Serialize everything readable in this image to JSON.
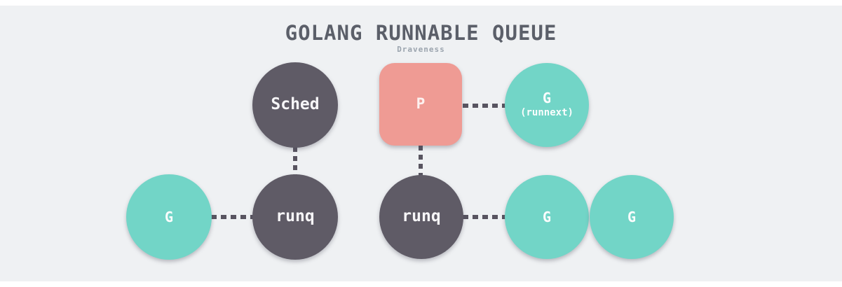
{
  "header": {
    "title": "GOLANG RUNNABLE QUEUE",
    "subtitle": "Draveness"
  },
  "palette": {
    "background": "#eff1f3",
    "node_dark": "#5f5b66",
    "node_teal": "#72d5c7",
    "node_salmon": "#ef9b94",
    "edge_dash": "#585460",
    "title_text": "#5b5f69",
    "subtitle_text": "#9ba4ae",
    "node_text": "#f7f6f8"
  },
  "nodes": [
    {
      "id": "sched",
      "shape": "circle",
      "color_role": "dark",
      "label": "Sched"
    },
    {
      "id": "p",
      "shape": "rounded-square",
      "color_role": "salmon",
      "label": "P"
    },
    {
      "id": "g-runnext",
      "shape": "circle",
      "color_role": "teal",
      "label": "G",
      "sublabel": "(runnext)"
    },
    {
      "id": "g-left",
      "shape": "circle",
      "color_role": "teal",
      "label": "G"
    },
    {
      "id": "runq-left",
      "shape": "circle",
      "color_role": "dark",
      "label": "runq"
    },
    {
      "id": "runq-center",
      "shape": "circle",
      "color_role": "dark",
      "label": "runq"
    },
    {
      "id": "g-center",
      "shape": "circle",
      "color_role": "teal",
      "label": "G"
    },
    {
      "id": "g-right",
      "shape": "circle",
      "color_role": "teal",
      "label": "G"
    }
  ],
  "edges": [
    {
      "from": "p",
      "to": "g-runnext",
      "style": "dashed",
      "orientation": "horizontal"
    },
    {
      "from": "sched",
      "to": "runq-left",
      "style": "dashed",
      "orientation": "vertical"
    },
    {
      "from": "p",
      "to": "runq-center",
      "style": "dashed",
      "orientation": "vertical"
    },
    {
      "from": "g-left",
      "to": "runq-left",
      "style": "dashed",
      "orientation": "horizontal"
    },
    {
      "from": "runq-center",
      "to": "g-center",
      "style": "dashed",
      "orientation": "horizontal"
    }
  ]
}
